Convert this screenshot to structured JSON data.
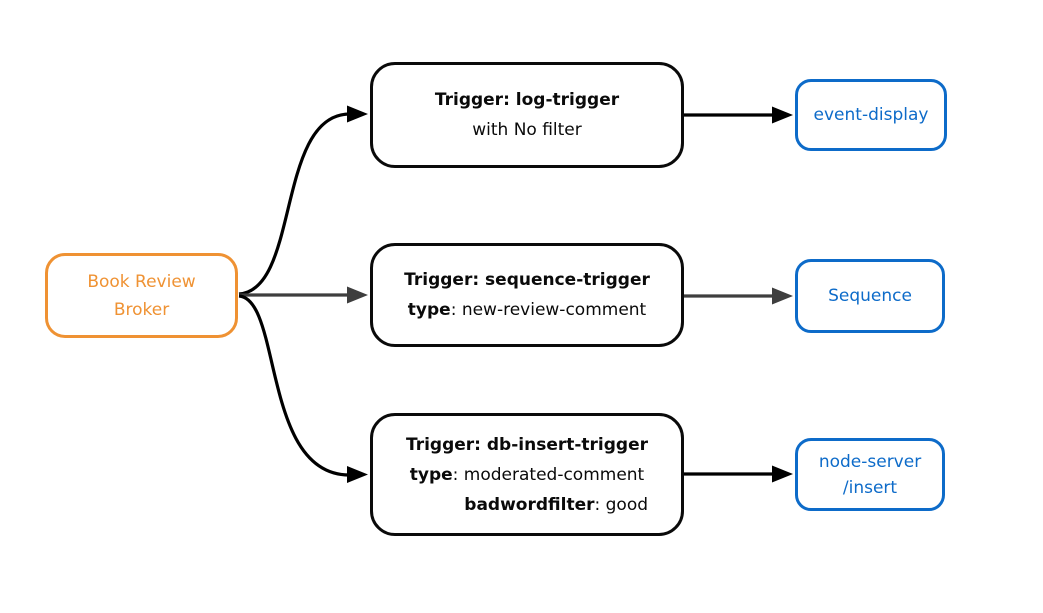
{
  "colors": {
    "orange": "#EF9233",
    "blue": "#0D6BC9",
    "ink": "#0A0A0A",
    "edge_black": "#000000",
    "edge_gray": "#3E3E3E",
    "background": "#FFFFFF"
  },
  "diagram": {
    "broker": {
      "line1": "Book Review",
      "line2": "Broker"
    },
    "triggers": [
      {
        "title": "Trigger: log-trigger",
        "subtitle": "with No filter"
      },
      {
        "title": "Trigger: sequence-trigger",
        "attrs": [
          {
            "key": "type",
            "value": ": new-review-comment"
          }
        ]
      },
      {
        "title": "Trigger: db-insert-trigger",
        "attrs": [
          {
            "key": "type",
            "value": ": moderated-comment"
          },
          {
            "key": "badwordfilter",
            "value": ": good"
          }
        ]
      }
    ],
    "sinks": [
      {
        "lines": [
          "event-display"
        ]
      },
      {
        "lines": [
          "Sequence"
        ]
      },
      {
        "lines": [
          "node-server",
          "/insert"
        ]
      }
    ]
  }
}
